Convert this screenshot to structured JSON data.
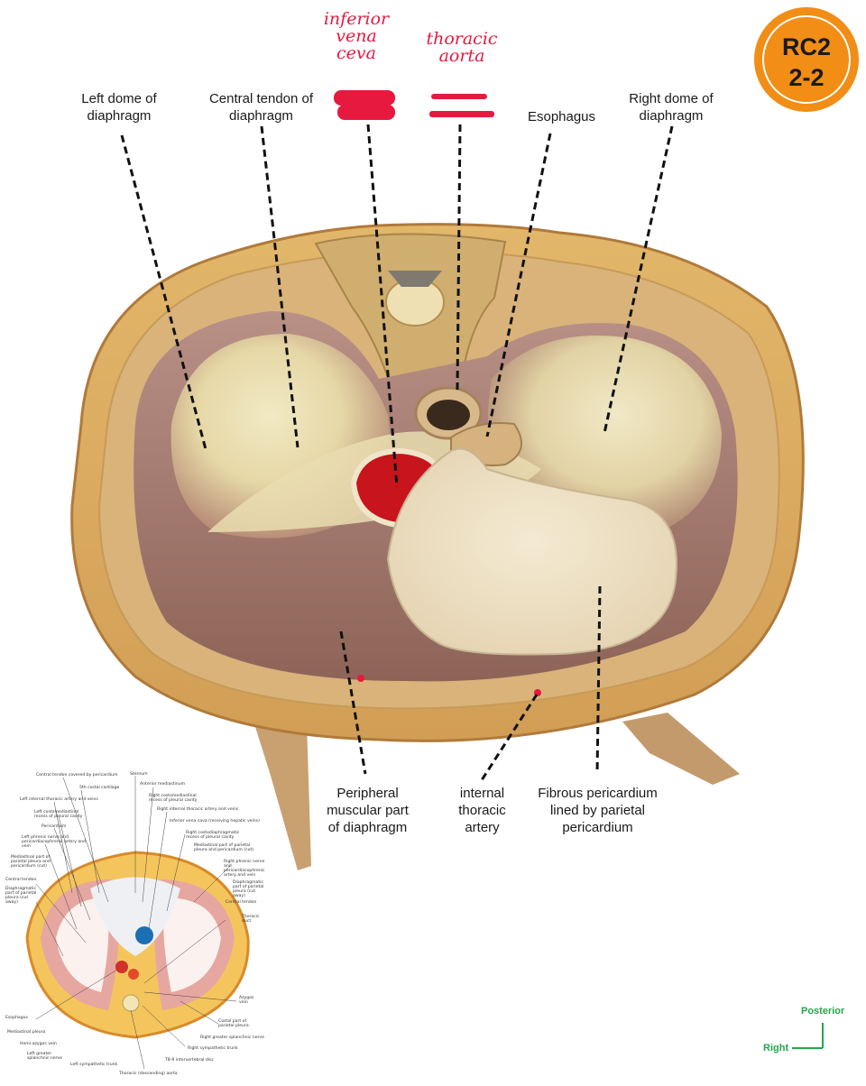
{
  "badge": {
    "text": "RC2\n2-2",
    "color": "#f28d16"
  },
  "handwritten": {
    "ivc": "inferior\nvena\nceva",
    "aorta": "thoracic\naorta",
    "color": "#e8193f"
  },
  "labels": {
    "left_dome": "Left dome of\ndiaphragm",
    "central_tendon": "Central tendon of\ndiaphragm",
    "esophagus": "Esophagus",
    "right_dome": "Right dome of\ndiaphragm",
    "peripheral": "Peripheral\nmuscular part\nof diaphragm",
    "internal_thoracic": "internal\nthoracic\nartery",
    "fibrous_pericardium": "Fibrous pericardium\nlined by parietal\npericardium"
  },
  "orientation": {
    "posterior": "Posterior",
    "right": "Right",
    "color": "#22a84c"
  },
  "reference_labels": [
    "Central tendon covered by pericardium",
    "5th costal cartilage",
    "Left internal thoracic artery and veins",
    "Left costomediastinal recess of pleural cavity",
    "Pericardium",
    "Left phrenic nerve and pericardiacophrenic artery and vein",
    "Mediastinal part of parietal pleura and pericardium (cut)",
    "Central tendon",
    "Diaphragmatic part of parietal pleura (cut away)",
    "Esophagus",
    "Mediastinal pleura",
    "Hemi-azygos vein",
    "Left greater splanchnic nerve",
    "Left sympathetic trunk",
    "Thoracic (descending) aorta",
    "T8-9 intervertebral disc",
    "Right sympathetic trunk",
    "Right greater splanchnic nerve",
    "Costal part of parietal pleura",
    "Azygos vein",
    "Thoracic duct",
    "Central tendon",
    "Diaphragmatic part of parietal pleura (cut away)",
    "Right phrenic nerve and pericardiacophrenic artery and vein",
    "Mediastinal part of parietal pleura and pericardium (cut)",
    "Right costodiaphragmatic recess of pleural cavity",
    "Inferior vena cava (receiving hepatic veins)",
    "Right internal thoracic artery and veins",
    "Right costomediastinal recess of pleural cavity",
    "Anterior mediastinum",
    "Sternum"
  ]
}
